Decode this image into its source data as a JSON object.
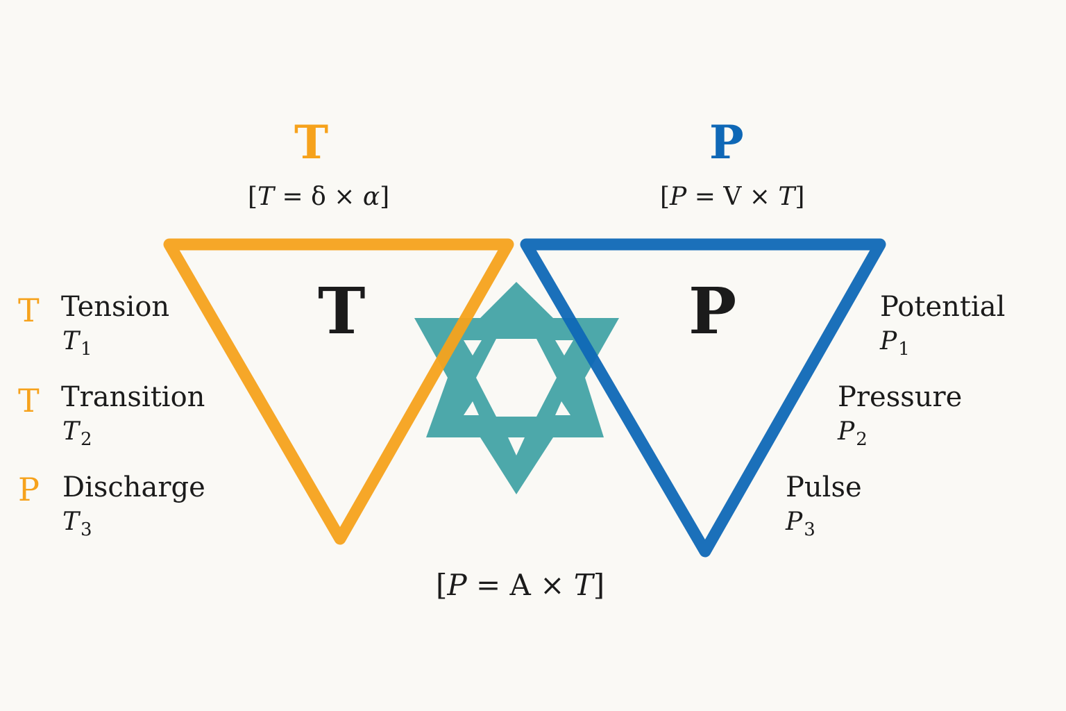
{
  "colors": {
    "orange": "#f6a21c",
    "blue": "#0f68b6",
    "teal": "#3a9ea2",
    "background": "#faf9f5",
    "text": "#1b1b1b"
  },
  "heads": {
    "left": {
      "letter": "T",
      "formula": {
        "open": "[",
        "lhs": "T",
        "eq": " = δ × ",
        "rhs": "α",
        "close": "]"
      }
    },
    "right": {
      "letter": "P",
      "formula": {
        "open": "[",
        "lhs": "P",
        "eq": " = V × ",
        "rhs": "T",
        "close": "]"
      }
    }
  },
  "triangles": {
    "left_letter": "T",
    "right_letter": "P"
  },
  "bottom_formula": {
    "open": "[",
    "lhs": "P",
    "eq": " = A × ",
    "rhs": "T",
    "close": "]"
  },
  "left_legend": [
    {
      "icon": "T",
      "term": "Tension",
      "symbol": "T",
      "index": "1"
    },
    {
      "icon": "T",
      "term": "Transition",
      "symbol": "T",
      "index": "2"
    },
    {
      "icon": "P",
      "term": "Discharge",
      "symbol": "T",
      "index": "3"
    }
  ],
  "right_legend": [
    {
      "term": "Potential",
      "symbol": "P",
      "index": "1"
    },
    {
      "term": "Pressure",
      "symbol": "P",
      "index": "2"
    },
    {
      "term": "Pulse",
      "symbol": "P",
      "index": "3"
    }
  ]
}
